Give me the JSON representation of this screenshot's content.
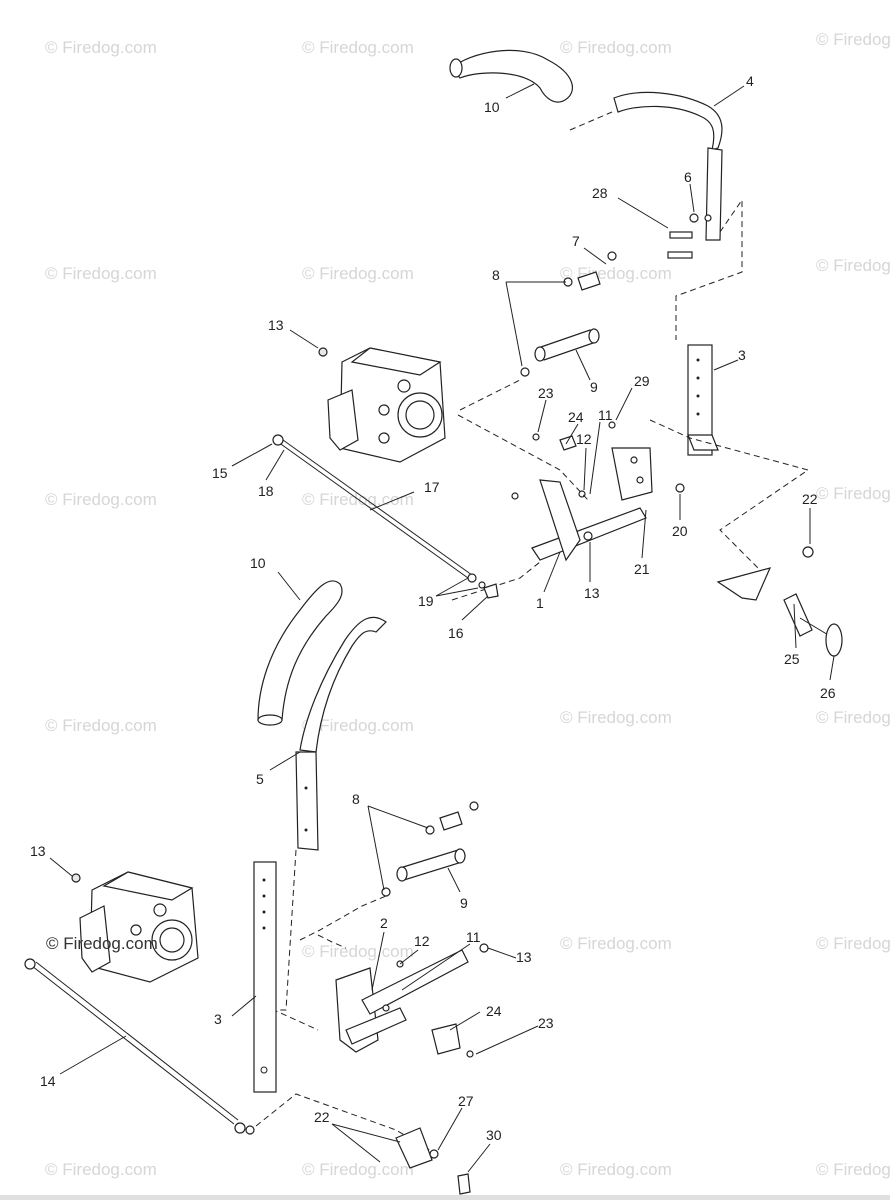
{
  "watermark": "© Firedog.com",
  "labels": {
    "l10a": "10",
    "l4": "4",
    "l6": "6",
    "l28": "28",
    "l7": "7",
    "l8a": "8",
    "l9a": "9",
    "l3a": "3",
    "l13a": "13",
    "l29": "29",
    "l23a": "23",
    "l24a": "24",
    "l12a": "12",
    "l11a": "11",
    "l15": "15",
    "l18": "18",
    "l17": "17",
    "l20": "20",
    "l22a": "22",
    "l21": "21",
    "l13b": "13",
    "l1": "1",
    "l19": "19",
    "l16": "16",
    "l10b": "10",
    "l25": "25",
    "l26": "26",
    "l5": "5",
    "l8b": "8",
    "l9b": "9",
    "l13c": "13",
    "l2": "2",
    "l12b": "12",
    "l11b": "11",
    "l13d": "13",
    "l3b": "3",
    "l24b": "24",
    "l23b": "23",
    "l14": "14",
    "l22b": "22",
    "l27": "27",
    "l30": "30"
  }
}
